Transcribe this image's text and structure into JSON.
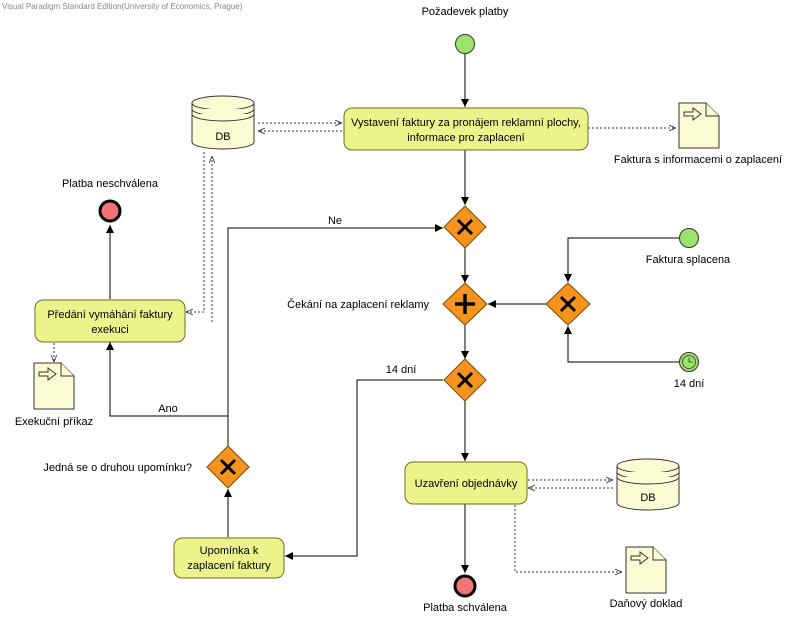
{
  "watermark": "Visual Paradigm Standard Edition(University of Economics, Prague)",
  "events": {
    "start_request": "Požadevek platby",
    "start_paid": "Faktura splacena",
    "timer": "14 dní",
    "end_rejected": "Platba neschválena",
    "end_approved": "Platba schválena"
  },
  "tasks": {
    "issue_invoice": [
      "Vystavení faktury za pronájem reklamní plochy,",
      "informace pro zaplacení"
    ],
    "handover": [
      "Předání vymáhání faktury",
      "exekuci"
    ],
    "reminder": [
      "Upomínka k",
      "zaplacení faktury"
    ],
    "close_order": [
      "Uzavření objednávky"
    ]
  },
  "gateways": {
    "wait_label": "Čekání na zaplacení reklamy",
    "second_reminder_label": "Jedná se o druhou upomínku?"
  },
  "flow_labels": {
    "no": "Ne",
    "yes": "Ano",
    "days14": "14 dní"
  },
  "artifacts": {
    "invoice_doc": "Faktura s informacemi o zaplacení",
    "execution_doc": "Exekuční příkaz",
    "tax_doc": "Daňový doklad",
    "db_top": "DB",
    "db_bottom": "DB"
  },
  "colors": {
    "task_fill": "#ecf38b",
    "gateway_fill": "#f7941d",
    "start_fill": "#9be36b",
    "end_fill": "#f27474",
    "artifact_fill": "#fcfcd4"
  }
}
